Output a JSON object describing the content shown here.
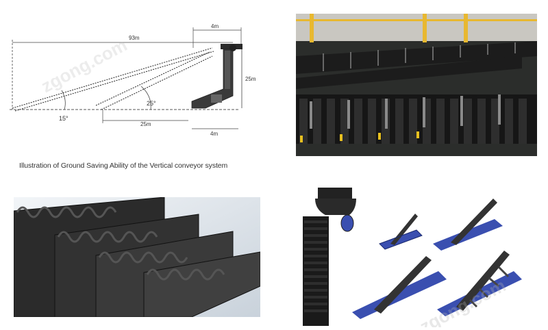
{
  "diagram": {
    "dim_length": "93m",
    "dim_top_width": "4m",
    "dim_height": "25m",
    "dim_bottom_width": "4m",
    "dim_base": "25m",
    "angle_shallow": "15°",
    "angle_steep": "25°"
  },
  "caption": "Illustration of Ground Saving Ability of the Vertical conveyor system",
  "watermark": "zgong.com",
  "colors": {
    "belt_black": "#1c1c1c",
    "cleat_blue": "#3a4fb0",
    "frame_yellow": "#e8b830"
  }
}
